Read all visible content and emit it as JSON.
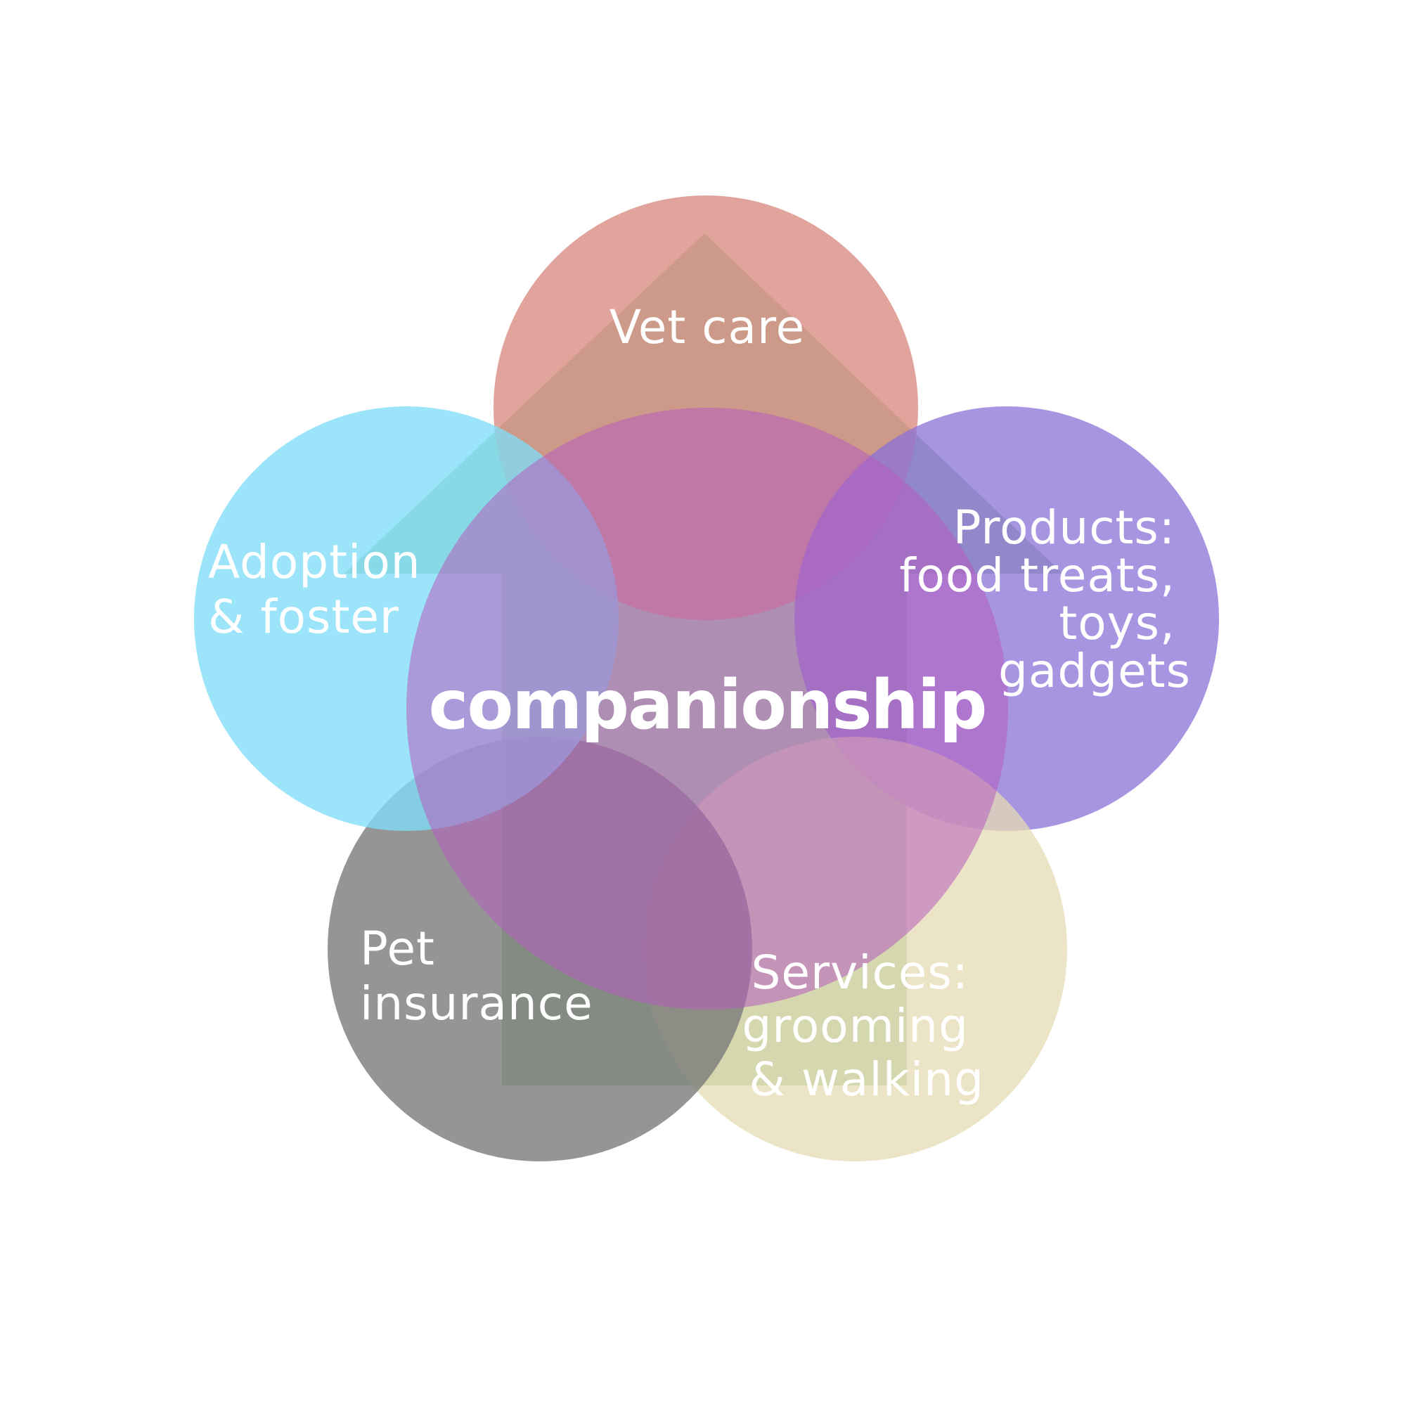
{
  "center": {
    "label": "companionship"
  },
  "petals": [
    {
      "id": "vet-care",
      "lines": [
        "Vet care"
      ],
      "color": "#d98a80"
    },
    {
      "id": "products",
      "lines": [
        "Products:",
        "food treats,",
        "toys,",
        "gadgets"
      ],
      "color": "#8a71d8"
    },
    {
      "id": "services",
      "lines": [
        "Services:",
        "grooming",
        "& walking"
      ],
      "color": "#e6dbb3"
    },
    {
      "id": "pet-insurance",
      "lines": [
        "Pet",
        "insurance"
      ],
      "color": "#7a7a7a"
    },
    {
      "id": "adoption",
      "lines": [
        "Adoption",
        "& foster"
      ],
      "color": "#7fdcf7"
    }
  ],
  "colors": {
    "center_circle": "#b65cc0",
    "house_shape": "#5aa05a"
  }
}
